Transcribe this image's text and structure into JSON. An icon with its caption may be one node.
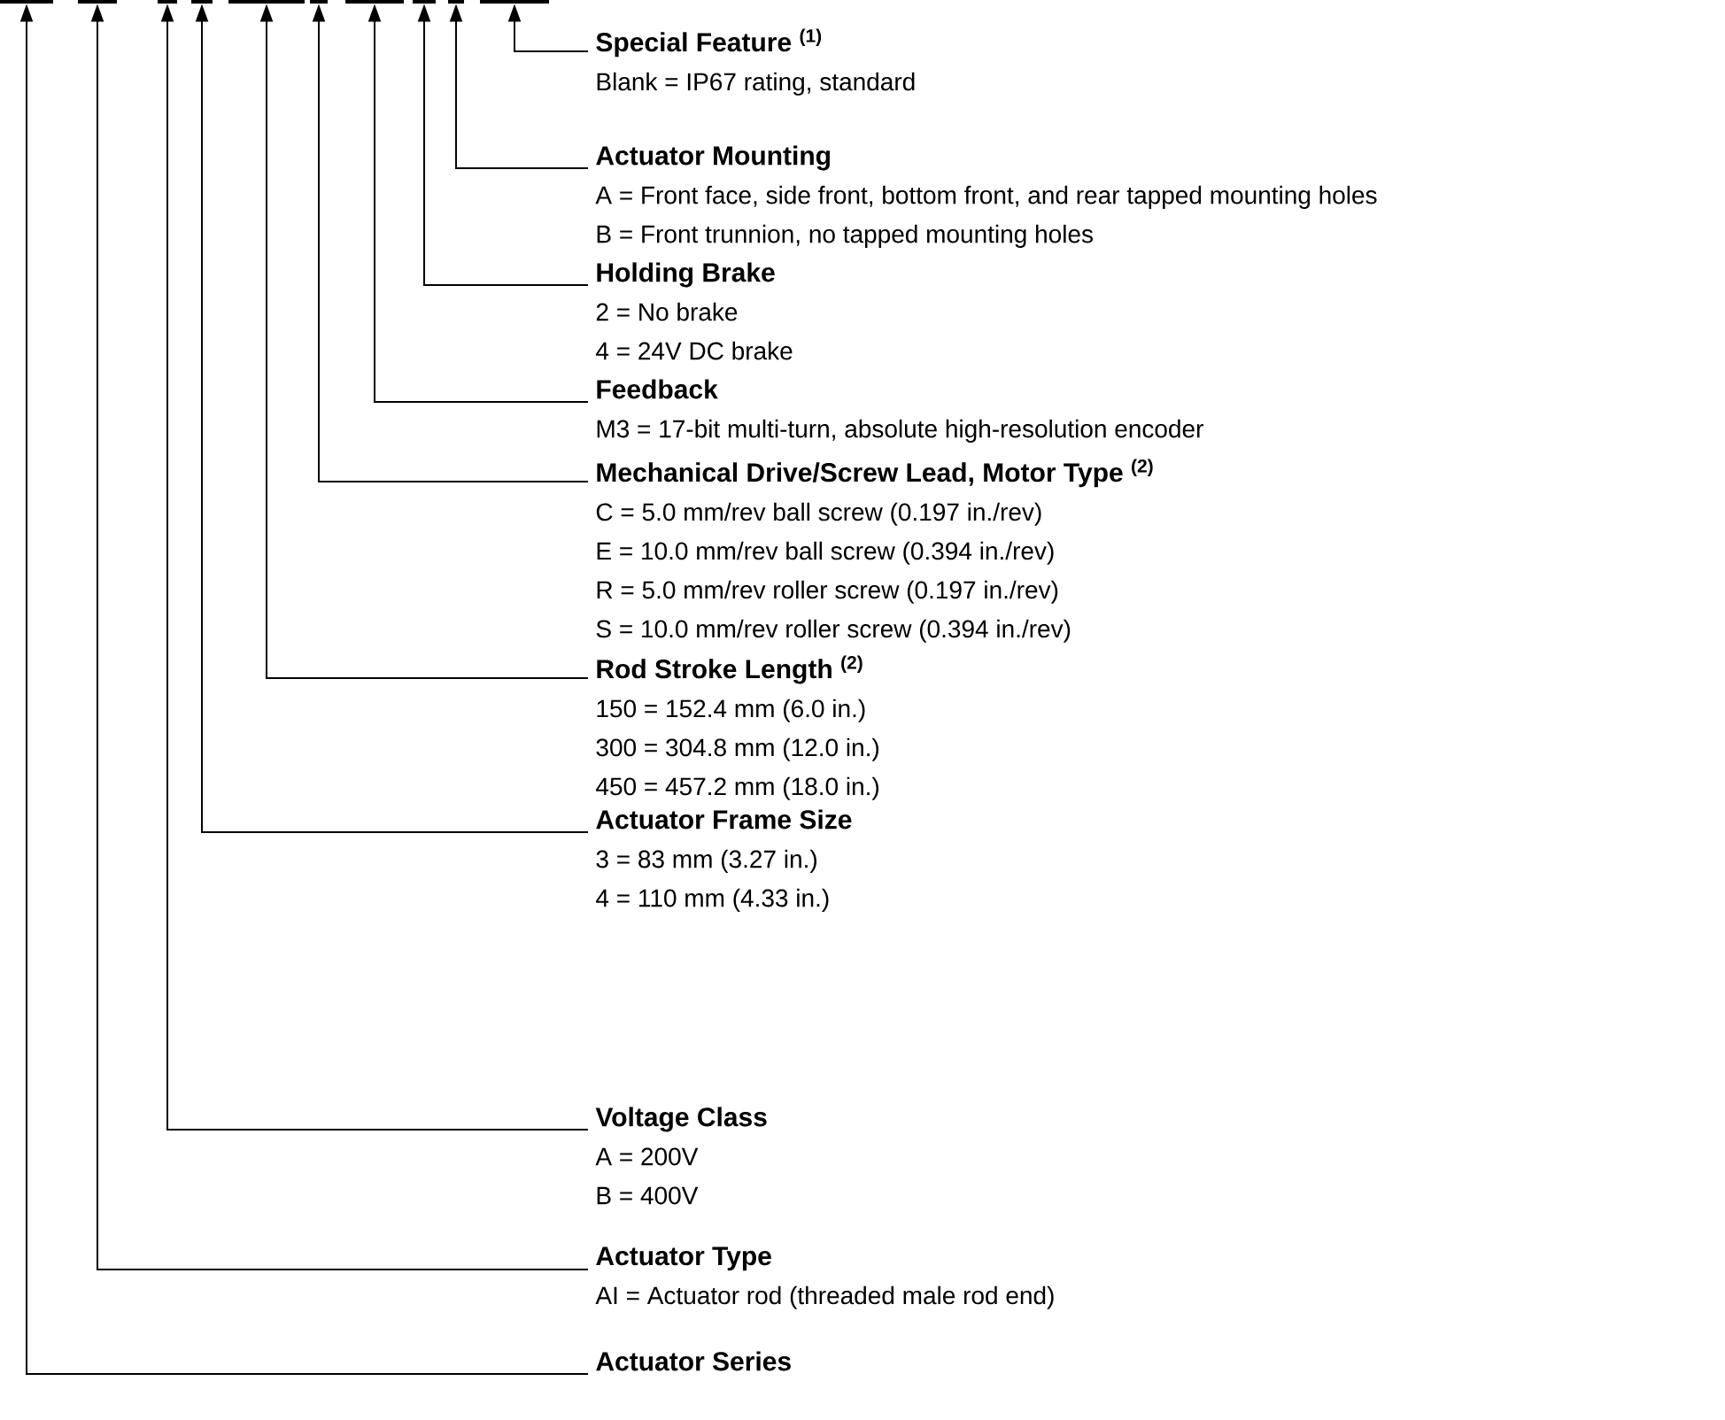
{
  "diagram": {
    "nodes": [
      {
        "text": [],
        "shape": "bar"
      },
      {
        "text": [],
        "shape": "bar"
      },
      {
        "text": [],
        "shape": "bar"
      },
      {
        "text": [],
        "shape": "bar"
      },
      {
        "text": [],
        "shape": "bar"
      },
      {
        "text": [],
        "shape": "bar"
      },
      {
        "text": [],
        "shape": "bar"
      },
      {
        "text": [],
        "shape": "bar"
      },
      {
        "text": [],
        "shape": "bar"
      },
      {
        "text": [],
        "shape": "bar"
      },
      {
        "text": [
          "Special Feature $^{(1)}$",
          "Blank = IP67 rating, standard"
        ]
      },
      {
        "text": [
          "Actuator Mounting",
          "A = Front face, side front, bottom front, and rear tapped mounting holes",
          "B = Front trunnion, no tapped mounting holes"
        ]
      },
      {
        "text": [
          "Holding Brake",
          "2 = No brake",
          "4 = 24V DC brake"
        ]
      },
      {
        "text": [
          "Feedback",
          "M3 = 17-bit multi-turn, absolute high-resolution encoder"
        ]
      },
      {
        "text": [
          "Mechanical Drive/Screw Lead, Motor Type $^{(2)}$",
          "C = 5.0 mm/rev ball screw (0.197 in./rev)",
          "E = 10.0 mm/rev ball screw (0.394 in./rev)",
          "R = 5.0 mm/rev roller screw (0.197 in./rev)",
          "S = 10.0 mm/rev roller screw (0.394 in./rev)"
        ]
      },
      {
        "text": [
          "Rod Stroke Length $^{(2)}$",
          "150 = 152.4 mm (6.0 in.)",
          "300 = 304.8 mm (12.0 in.)",
          "450 = 457.2 mm (18.0 in.)"
        ]
      },
      {
        "text": [
          "Actuator Frame Size",
          "3 = 83 mm (3.27 in.)",
          "4 = 110 mm (4.33 in.)"
        ]
      },
      {
        "text": [
          "Voltage Class",
          "A = 200V",
          "B = 400V"
        ]
      },
      {
        "text": [
          "Actuator Type",
          "AI = Actuator rod (threaded male rod end)"
        ]
      },
      {
        "text": [
          "Actuator Series"
        ]
      }
    ],
    "edges": [
      {
        "from": 10,
        "to": 9,
        "arrow": "to"
      },
      {
        "from": 11,
        "to": 8,
        "arrow": "to"
      },
      {
        "from": 12,
        "to": 7,
        "arrow": "to"
      },
      {
        "from": 13,
        "to": 6,
        "arrow": "to"
      },
      {
        "from": 14,
        "to": 5,
        "arrow": "to"
      },
      {
        "from": 15,
        "to": 4,
        "arrow": "to"
      },
      {
        "from": 16,
        "to": 3,
        "arrow": "to"
      },
      {
        "from": 17,
        "to": 2,
        "arrow": "to"
      },
      {
        "from": 18,
        "to": 1,
        "arrow": "to"
      },
      {
        "from": 19,
        "to": 0,
        "arrow": "to"
      }
    ]
  }
}
